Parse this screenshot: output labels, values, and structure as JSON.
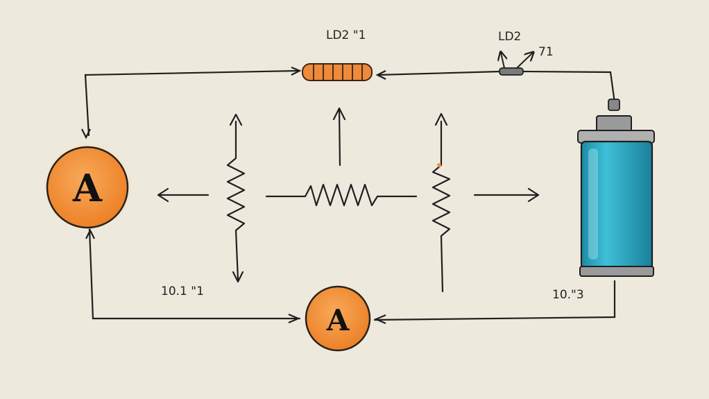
{
  "labels": {
    "top_resistor": "LD2 \"1",
    "switch": "LD2",
    "switch_mark": "71",
    "bottom_left": "10.1 \"1",
    "bottom_right": "10.\"3"
  },
  "meters": {
    "left": "A",
    "bottom": "A"
  },
  "colors": {
    "background": "#ede9dd",
    "wire": "#1f1f1f",
    "meter_fill": "#f3923a",
    "meter_stroke": "#2a2118",
    "resistor_fill": "#ee8a3c",
    "battery_body": "#2fa6c2",
    "battery_cap": "#8c8c8c"
  }
}
